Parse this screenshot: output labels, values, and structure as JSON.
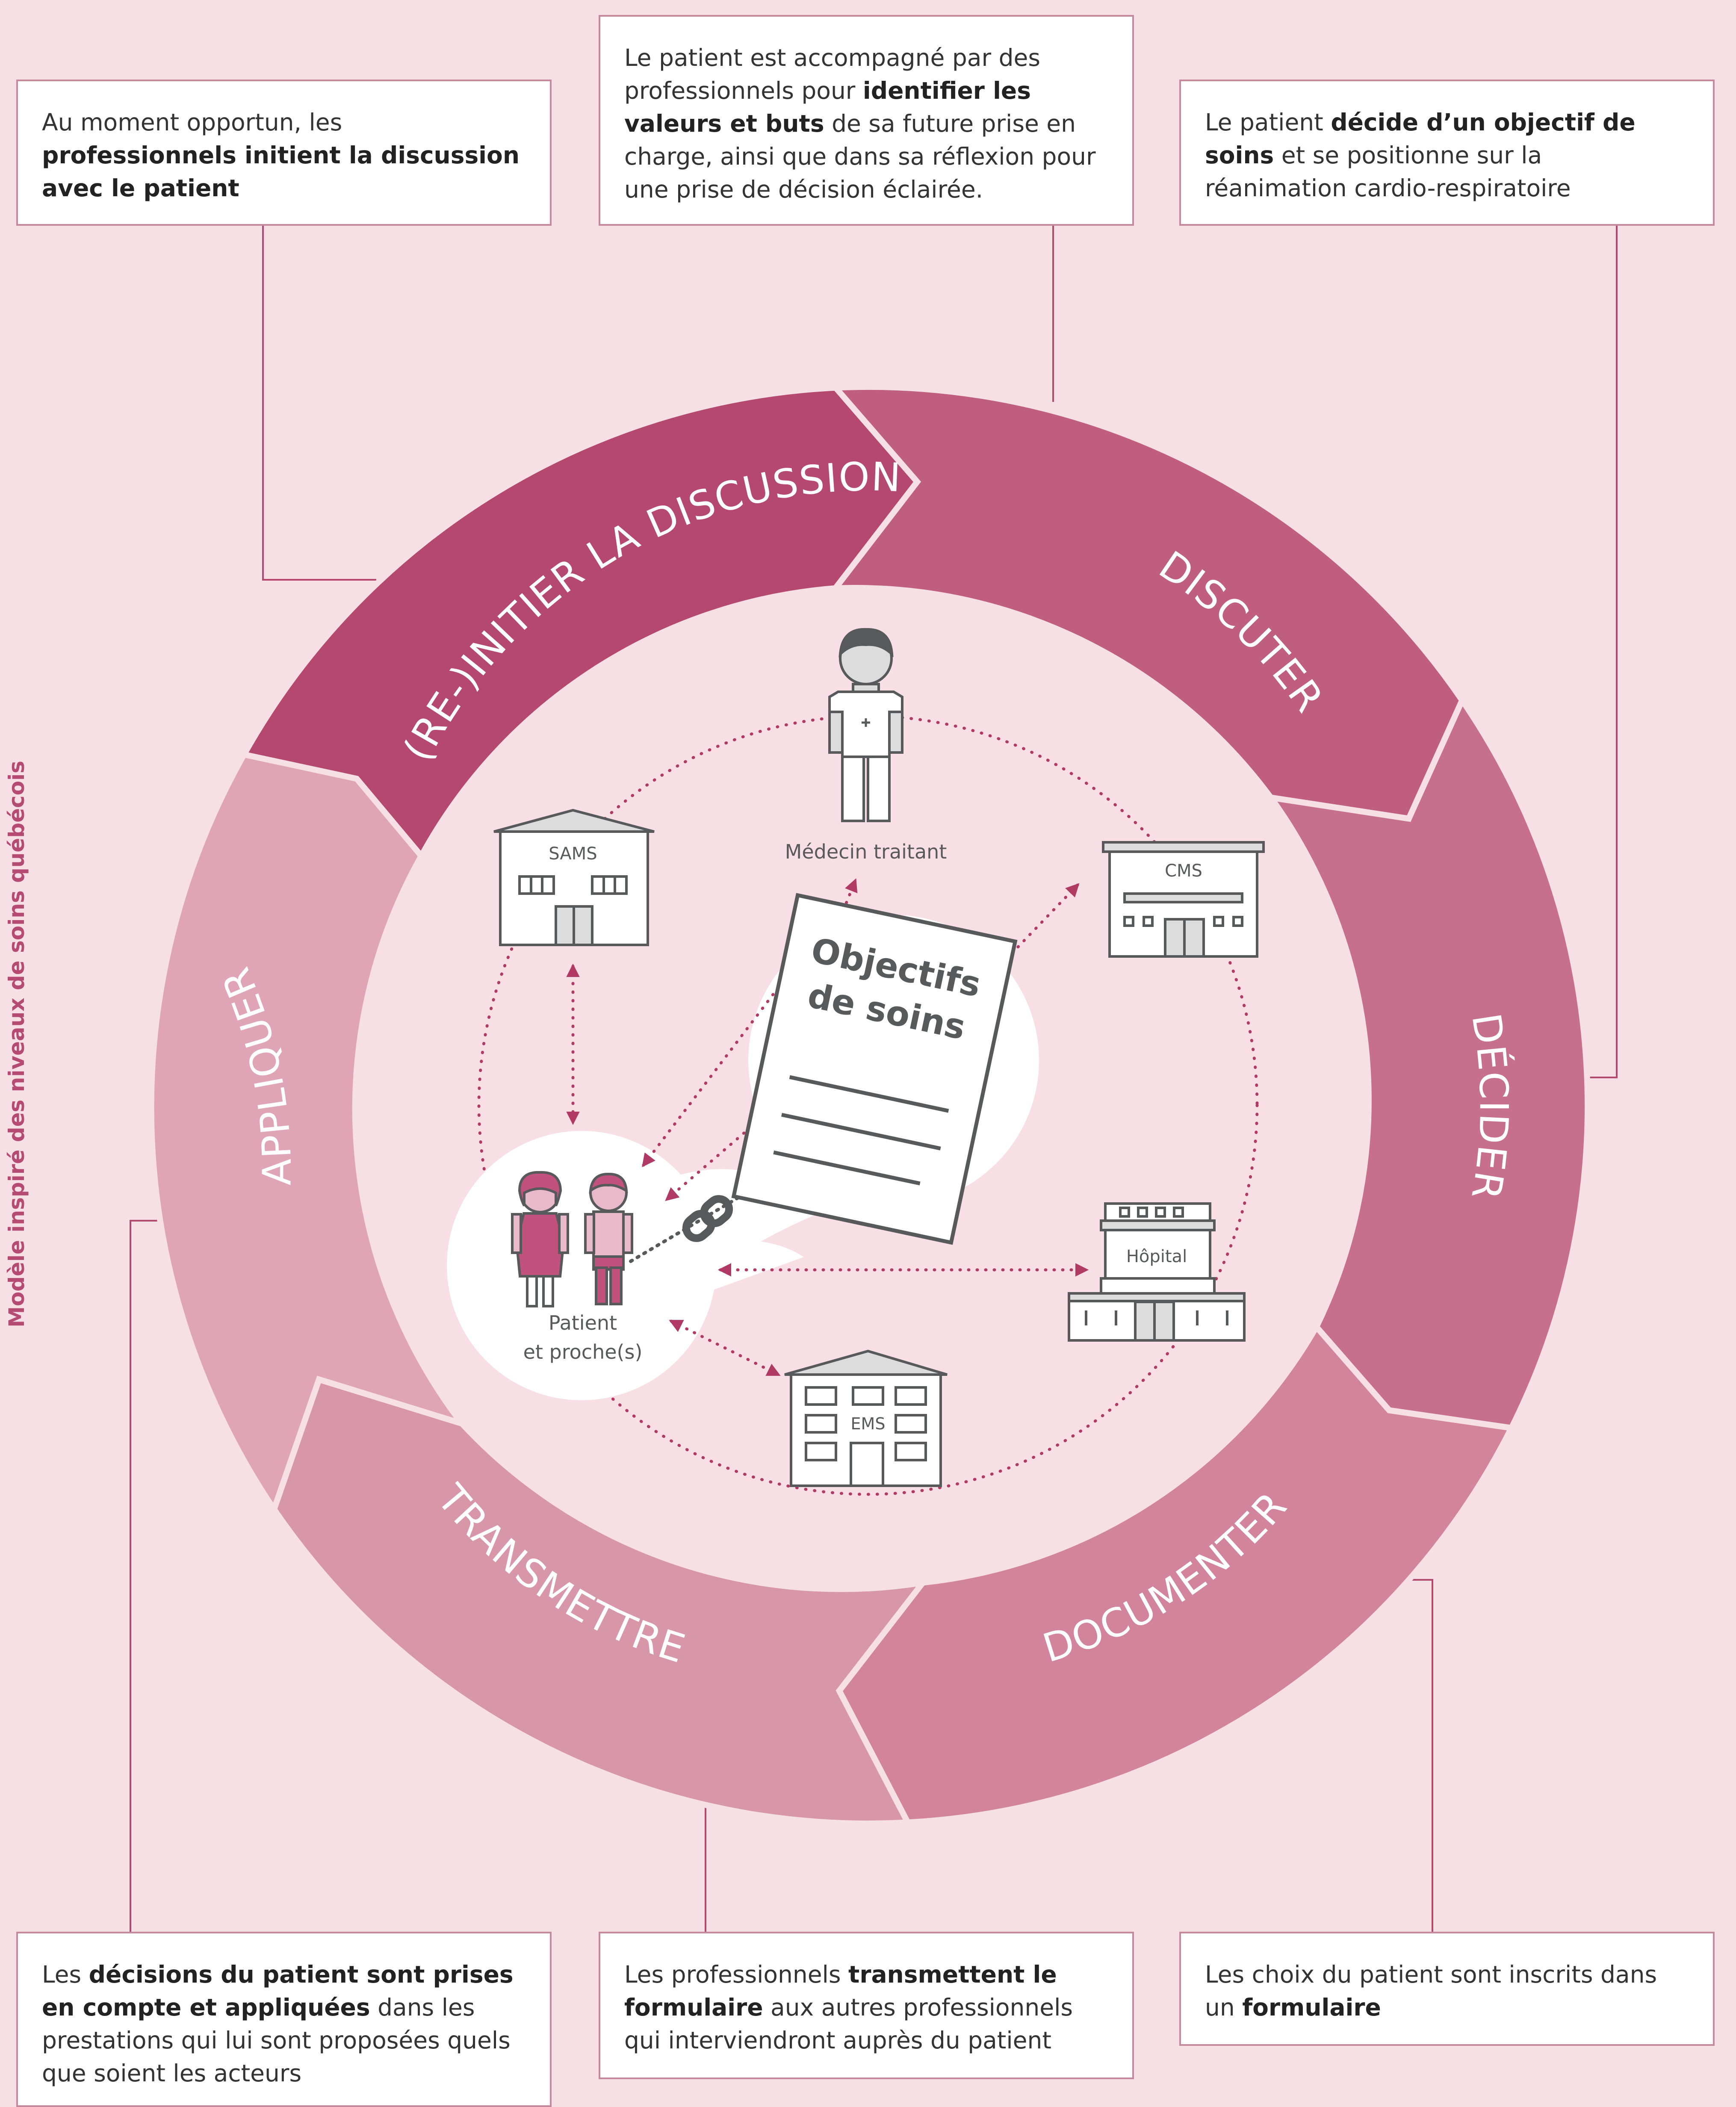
{
  "side_label": "Modèle inspiré des niveaux de soins québécois",
  "colors": {
    "background": "#f6e0e6",
    "step_initier": "#b5486f",
    "step_discuter": "#bf5e7e",
    "step_decider": "#c6708e",
    "step_documenter": "#d1849c",
    "step_transmettre": "#d896a9",
    "step_appliquer": "#dfa5b6",
    "dotted": "#b03a63",
    "icon_gray": "#58595b"
  },
  "steps": [
    {
      "id": "initier",
      "label": "(RE-)INITIER LA DISCUSSION"
    },
    {
      "id": "discuter",
      "label": "DISCUTER"
    },
    {
      "id": "decider",
      "label": "DÉCIDER"
    },
    {
      "id": "documenter",
      "label": "DOCUMENTER"
    },
    {
      "id": "transmettre",
      "label": "TRANSMETTRE"
    },
    {
      "id": "appliquer",
      "label": "APPLIQUER"
    }
  ],
  "boxes": {
    "top_left": [
      {
        "t": "Au moment opportun, les "
      },
      {
        "t": "professionnels initient la discussion avec le patient",
        "b": true
      }
    ],
    "top_center": [
      {
        "t": "Le patient est accompagné par des professionnels pour "
      },
      {
        "t": "identifier les valeurs et buts",
        "b": true
      },
      {
        "t": " de sa future prise en charge, ainsi que dans sa réflexion pour une prise de décision éclairée."
      }
    ],
    "top_right": [
      {
        "t": "Le patient "
      },
      {
        "t": "décide d’un objectif de soins",
        "b": true
      },
      {
        "t": " et se positionne sur la réanimation cardio-respiratoire"
      }
    ],
    "bottom_left": [
      {
        "t": "Les "
      },
      {
        "t": "décisions du patient sont prises en compte et appliquées",
        "b": true
      },
      {
        "t": " dans les prestations qui lui sont proposées quels que soient les acteurs"
      }
    ],
    "bottom_center": [
      {
        "t": "Les professionnels "
      },
      {
        "t": "transmettent le formulaire",
        "b": true
      },
      {
        "t": " aux autres professionnels qui interviendront auprès du patient"
      }
    ],
    "bottom_right": [
      {
        "t": "Les choix du patient sont inscrits dans un "
      },
      {
        "t": "formulaire",
        "b": true
      }
    ]
  },
  "center": {
    "document_line1": "Objectifs",
    "document_line2": "de soins",
    "patient_line1": "Patient",
    "patient_line2": "et proche(s)",
    "doctor": "Médecin traitant",
    "sams": "SAMS",
    "cms": "CMS",
    "hopital": "Hôpital",
    "ems": "EMS"
  }
}
